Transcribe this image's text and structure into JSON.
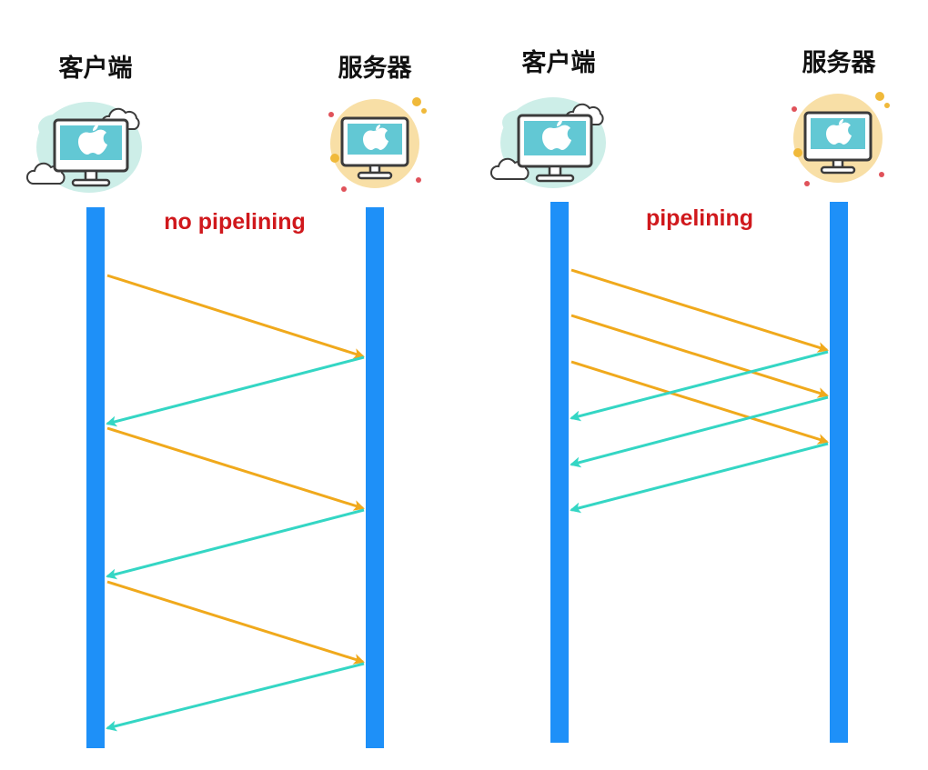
{
  "colors": {
    "lifeline": "#1e90f8",
    "request": "#f0a91c",
    "response": "#34d6c4",
    "title": "#d0181c",
    "client_bg": "#cdeee8",
    "server_bg": "#f8dfa6",
    "monitor_screen": "#62c8d4",
    "monitor_frame": "#3b3b3b"
  },
  "panels": [
    {
      "title": "no pipelining",
      "client": {
        "label": "客户端",
        "icon": "client-computer-icon"
      },
      "server": {
        "label": "服务器",
        "icon": "server-computer-icon"
      }
    },
    {
      "title": "pipelining",
      "client": {
        "label": "客户端",
        "icon": "client-computer-icon"
      },
      "server": {
        "label": "服务器",
        "icon": "server-computer-icon"
      }
    }
  ]
}
